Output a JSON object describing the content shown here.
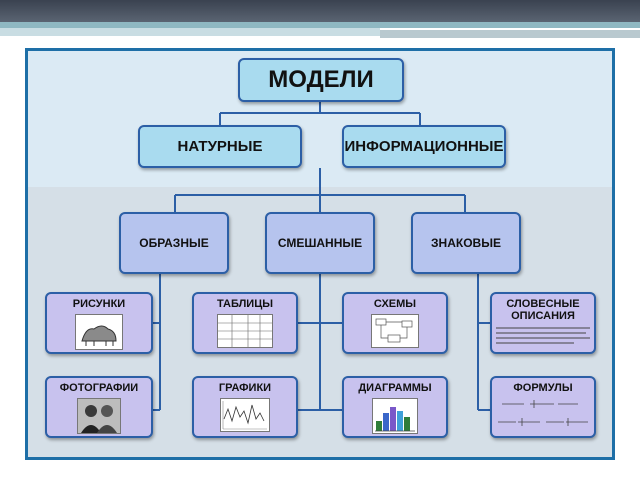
{
  "title": "МОДЕЛИ",
  "level1": {
    "left": "НАТУРНЫЕ",
    "right": "ИНФОРМАЦИОННЫЕ"
  },
  "level2": {
    "left": "ОБРАЗНЫЕ",
    "center": "СМЕШАННЫЕ",
    "right": "ЗНАКОВЫЕ"
  },
  "leaves": {
    "risunki": "РИСУНКИ",
    "fotografii": "ФОТОГРАФИИ",
    "tablitsy": "ТАБЛИЦЫ",
    "grafiki": "ГРАФИКИ",
    "skhemy": "СХЕМЫ",
    "diagrammy": "ДИАГРАММЫ",
    "slovesnye1": "СЛОВЕСНЫЕ",
    "slovesnye2": "ОПИСАНИЯ",
    "formuly": "ФОРМУЛЫ"
  },
  "colors": {
    "cyan": "#a9dbef",
    "blue": "#b6c4ee",
    "purple": "#c8c2ee",
    "border": "#2c5fa6",
    "frame": "#1e6fa7"
  }
}
